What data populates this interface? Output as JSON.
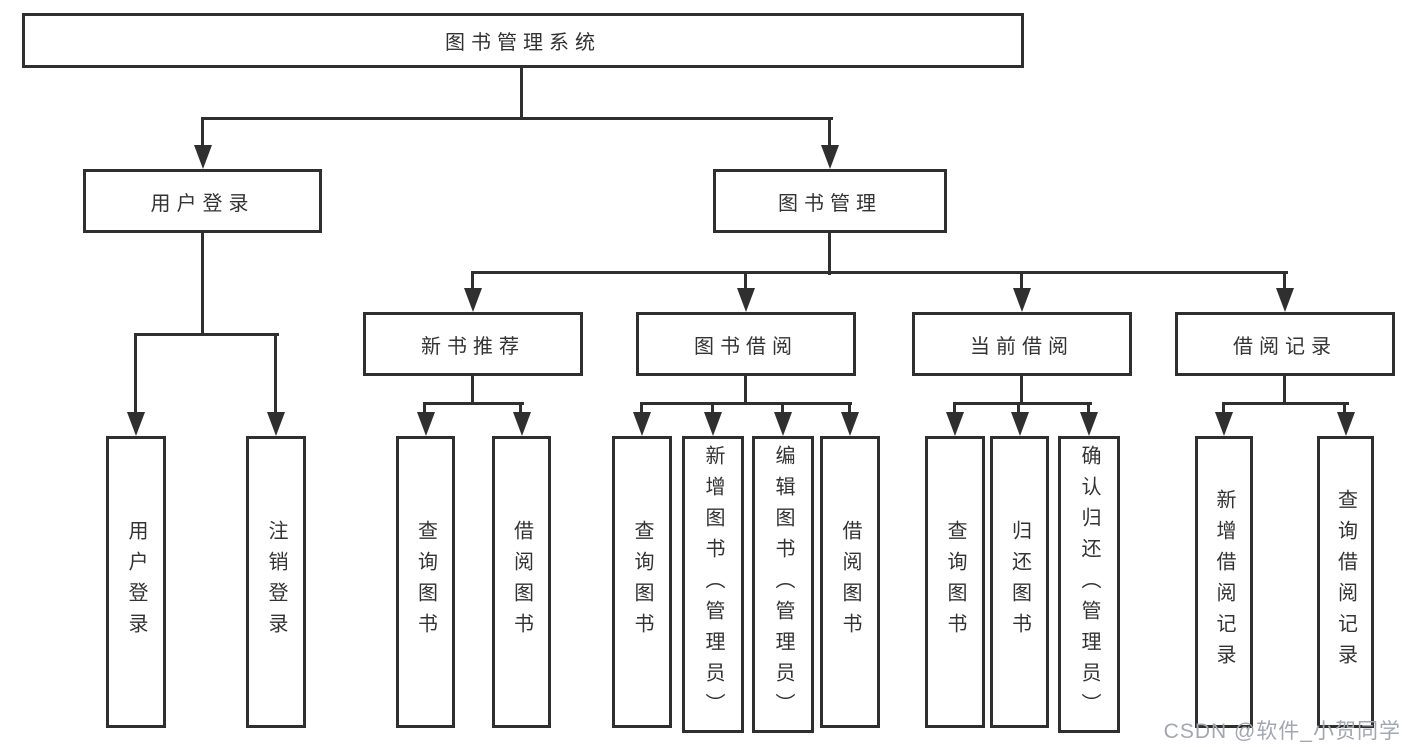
{
  "tree": {
    "label": "图书管理系统",
    "children": [
      {
        "label": "用户登录",
        "children": [
          {
            "label": "用户登录"
          },
          {
            "label": "注销登录"
          }
        ]
      },
      {
        "label": "图书管理",
        "children": [
          {
            "label": "新书推荐",
            "children": [
              {
                "label": "查询图书"
              },
              {
                "label": "借阅图书"
              }
            ]
          },
          {
            "label": "图书借阅",
            "children": [
              {
                "label": "查询图书"
              },
              {
                "label": "新增图书（管理员）"
              },
              {
                "label": "编辑图书（管理员）"
              },
              {
                "label": "借阅图书"
              }
            ]
          },
          {
            "label": "当前借阅",
            "children": [
              {
                "label": "查询图书"
              },
              {
                "label": "归还图书"
              },
              {
                "label": "确认归还（管理员）"
              }
            ]
          },
          {
            "label": "借阅记录",
            "children": [
              {
                "label": "新增借阅记录"
              },
              {
                "label": "查询借阅记录"
              }
            ]
          }
        ]
      }
    ]
  },
  "watermark": {
    "text": "CSDN @软件_小贺同学"
  },
  "colors": {
    "line": "#2f2f2f",
    "text": "#333333",
    "watermark": "#a2a7b0",
    "background": "#ffffff"
  }
}
